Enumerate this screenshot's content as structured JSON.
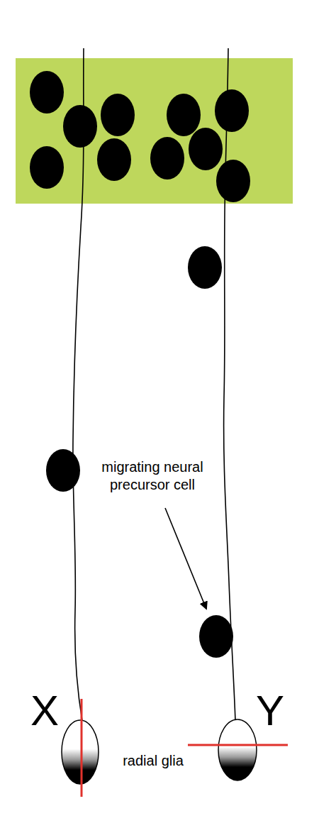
{
  "diagram": {
    "labels": [
      "migrating neural precursor cell",
      "X",
      "Y",
      "radial glia"
    ]
  }
}
